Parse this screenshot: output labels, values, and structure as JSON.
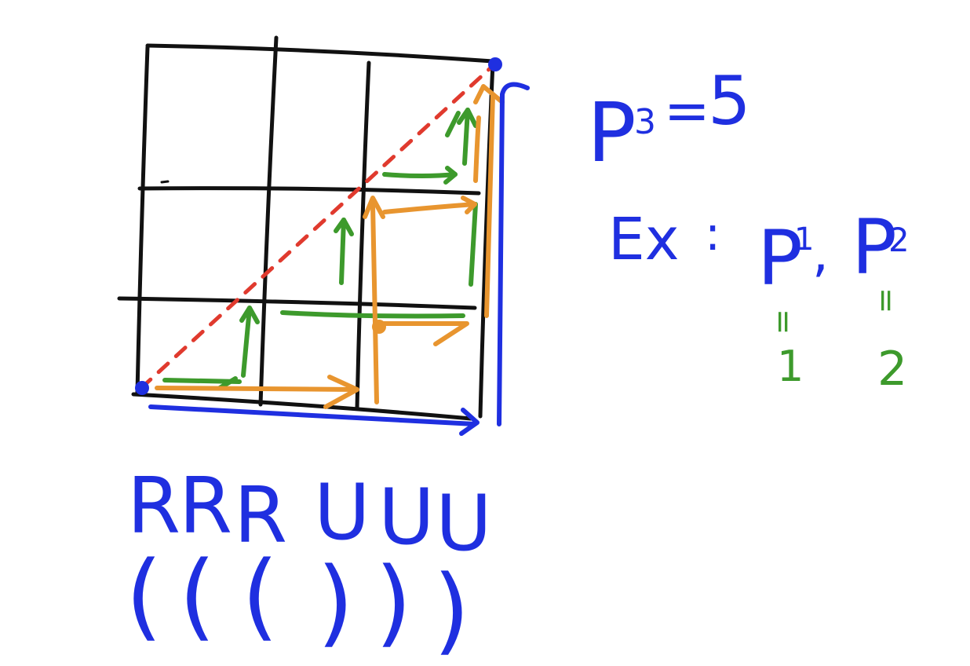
{
  "grid": {
    "size": 3
  },
  "formula": {
    "label": "P",
    "subscript": "3",
    "equals": "=",
    "value": "5"
  },
  "example": {
    "prefix": "Ex",
    "colon": ":",
    "items": [
      {
        "label": "P",
        "subscript": "1",
        "mark": "=",
        "value": "1"
      },
      {
        "label": "P",
        "subscript": "2",
        "mark": "=",
        "value": "2"
      }
    ],
    "separator": ","
  },
  "sequence": {
    "moves": [
      "R",
      "R",
      "R",
      "U",
      "U",
      "U"
    ],
    "parens": [
      "(",
      "(",
      "(",
      ")",
      ")",
      ")"
    ]
  },
  "colors": {
    "grid": "#111111",
    "diagonal": "#e03a2e",
    "path_green": "#3d9a2c",
    "path_orange": "#e8952f",
    "blue": "#1f2fe0",
    "green_text": "#3d9a2c"
  }
}
